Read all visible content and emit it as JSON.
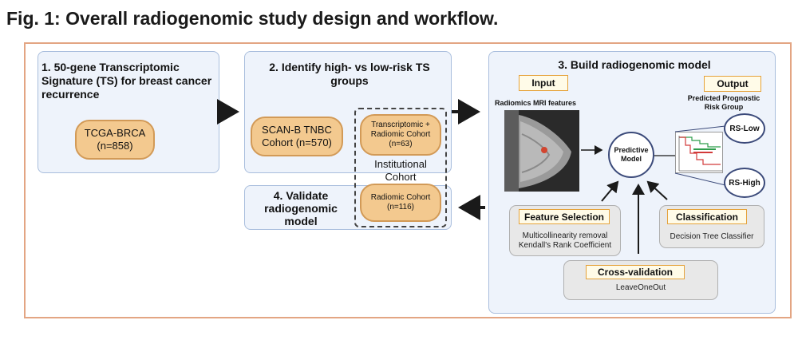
{
  "figure": {
    "title": "Fig. 1: Overall radiogenomic study design and workflow."
  },
  "panel1": {
    "title": "1.  50-gene Transcriptomic Signature (TS) for breast cancer recurrence",
    "cohort": {
      "name": "TCGA-BRCA",
      "n": "(n=858)"
    }
  },
  "panel2": {
    "title": "2. Identify high- vs low-risk TS groups",
    "scanb": {
      "name": "SCAN-B TNBC",
      "n": "Cohort (n=570)"
    },
    "transcriptomic": {
      "line1": "Transcriptomic +",
      "line2": "Radiomic Cohort",
      "n": "(n=63)"
    },
    "institutional": {
      "line1": "Institutional",
      "line2": "Cohort"
    }
  },
  "panel4": {
    "title": "4. Validate radiogenomic model",
    "radiomic": {
      "name": "Radiomic Cohort",
      "n": "(n=116)"
    }
  },
  "panel3": {
    "title": "3. Build radiogenomic model",
    "input_label": "Input",
    "output_label": "Output",
    "radiomics_label": "Radiomics MRI features",
    "output_desc": "Predicted Prognostic Risk Group",
    "model": {
      "line1": "Predictive",
      "line2": "Model"
    },
    "rs_low": "RS-Low",
    "rs_high": "RS-High",
    "feature_selection": {
      "title": "Feature Selection",
      "line1": "Multicollinearity removal",
      "line2": "Kendall's Rank Coefficient"
    },
    "classification": {
      "title": "Classification",
      "text": "Decision Tree Classifier"
    },
    "cross_validation": {
      "title": "Cross-validation",
      "text": "LeaveOneOut"
    }
  },
  "colors": {
    "frame_border": "#e3a583",
    "panel_fill": "#eef3fb",
    "pill_fill": "#f3c98f",
    "tag_border": "#e5a23b",
    "arrow": "#1a1a1a"
  }
}
